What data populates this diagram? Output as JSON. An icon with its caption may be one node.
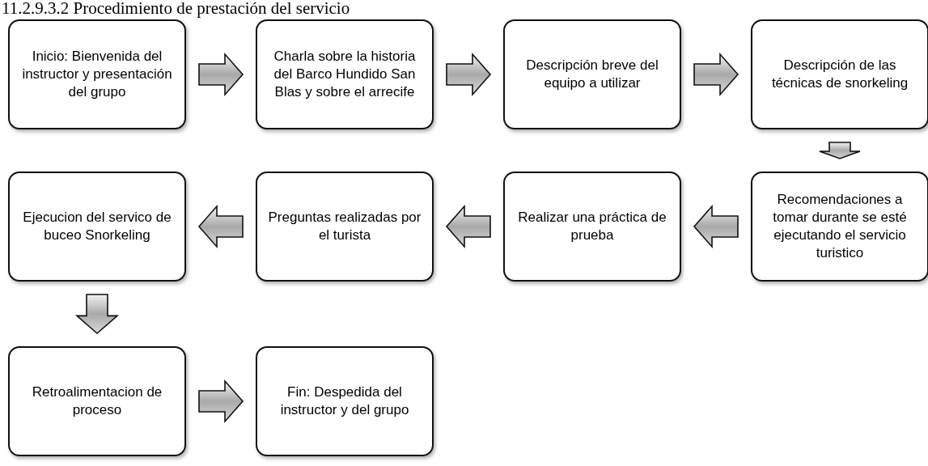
{
  "diagram": {
    "title": "11.2.9.3.2 Procedimiento de prestación del servicio",
    "nodes": [
      {
        "text": [
          "Inicio: Bienvenida del instructor y presentación del grupo"
        ]
      },
      {
        "text": [
          "Charla sobre la historia del Barco Hundido San Blas y sobre el arrecife"
        ]
      },
      {
        "text": [
          "Descripción breve del equipo a utilizar"
        ]
      },
      {
        "text": [
          "Descripción de las técnicas de snorkeling"
        ]
      },
      {
        "text": [
          "Recomendaciones a tomar durante se esté ejecutando el servicio turistico"
        ]
      },
      {
        "text": [
          "Realizar una práctica de prueba"
        ]
      },
      {
        "text": [
          "Preguntas realizadas por el turista"
        ]
      },
      {
        "text": [
          "Ejecucion del servico de buceo Snorkeling"
        ]
      },
      {
        "text": [
          "Retroalimentacion de proceso"
        ]
      },
      {
        "text": [
          "Fin: Despedida del instructor y del grupo"
        ]
      }
    ],
    "edges": [
      {
        "from": 0,
        "to": 1,
        "arrow": "to"
      },
      {
        "from": 1,
        "to": 2,
        "arrow": "to"
      },
      {
        "from": 2,
        "to": 3,
        "arrow": "to"
      },
      {
        "from": 3,
        "to": 4,
        "arrow": "to"
      },
      {
        "from": 4,
        "to": 5,
        "arrow": "to"
      },
      {
        "from": 5,
        "to": 6,
        "arrow": "to"
      },
      {
        "from": 6,
        "to": 7,
        "arrow": "to"
      },
      {
        "from": 7,
        "to": 8,
        "arrow": "to"
      },
      {
        "from": 8,
        "to": 9,
        "arrow": "to"
      }
    ]
  }
}
